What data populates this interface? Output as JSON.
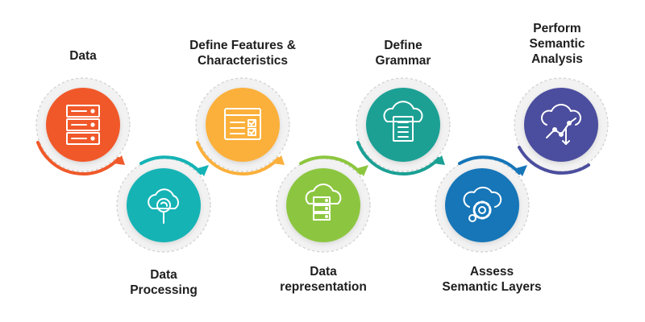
{
  "steps": [
    {
      "label_lines": [
        "Data"
      ],
      "color": "#f0592a",
      "icon": "server-rack-icon"
    },
    {
      "label_lines": [
        "Data",
        "Processing"
      ],
      "color": "#15b3b5",
      "icon": "cloud-search-icon"
    },
    {
      "label_lines": [
        "Define Features &",
        "Characteristics"
      ],
      "color": "#fbb03b",
      "icon": "checklist-window-icon"
    },
    {
      "label_lines": [
        "Data",
        "representation"
      ],
      "color": "#8cc63f",
      "icon": "cloud-server-icon"
    },
    {
      "label_lines": [
        "Define",
        "Grammar"
      ],
      "color": "#1aa094",
      "icon": "cloud-document-icon"
    },
    {
      "label_lines": [
        "Assess",
        "Semantic Layers"
      ],
      "color": "#1676b8",
      "icon": "cloud-gear-icon"
    },
    {
      "label_lines": [
        "Perform",
        "Semantic",
        "Analysis"
      ],
      "color": "#4b4e9e",
      "icon": "cloud-analytics-icon"
    }
  ]
}
